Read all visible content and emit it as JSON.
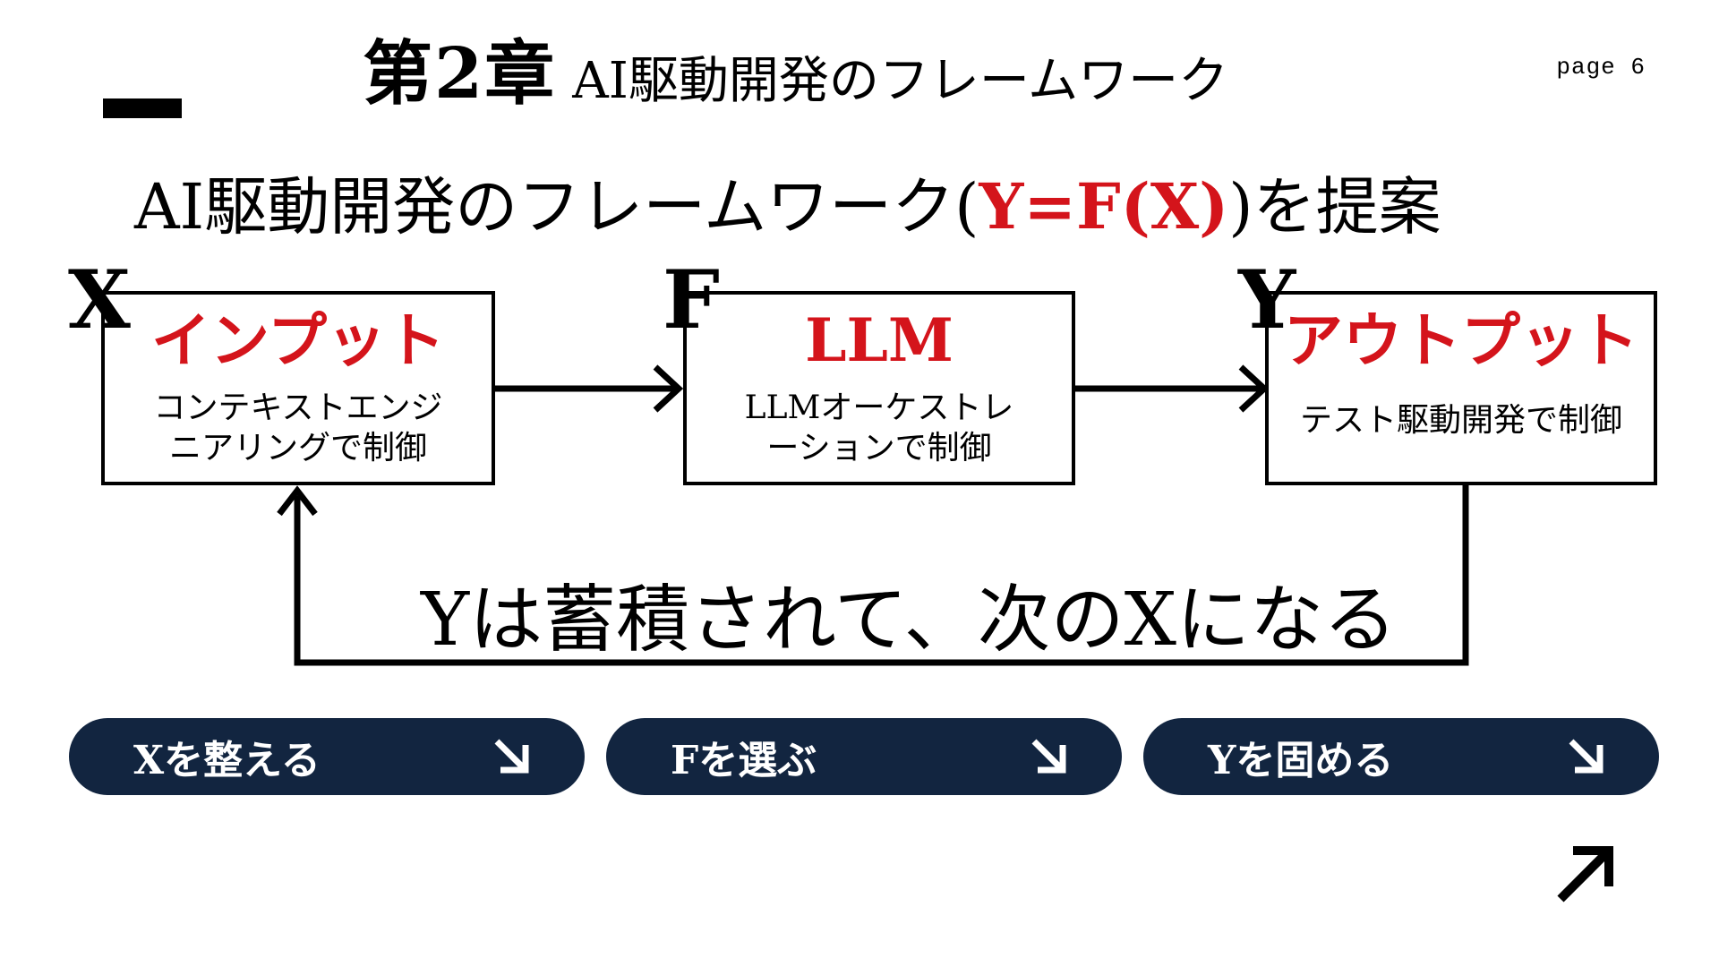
{
  "header": {
    "chapter_label": "第2章",
    "chapter_subtitle": "AI駆動開発のフレームワーク",
    "page_number": "page 6"
  },
  "headline": {
    "prefix": "AI駆動開発のフレームワーク(",
    "formula": "Y=F(X)",
    "suffix": ")を提案"
  },
  "diagram": {
    "input": {
      "letter": "X",
      "title": "インプット",
      "description_line1": "コンテキストエンジ",
      "description_line2": "ニアリングで制御"
    },
    "function": {
      "letter": "F",
      "title": "LLM",
      "description_line1": "LLMオーケストレ",
      "description_line2": "ーションで制御"
    },
    "output": {
      "letter": "Y",
      "title": "アウトプット",
      "description_line1": "テスト駆動開発で制御"
    },
    "loop_caption": "Yは蓄積されて、次のXになる"
  },
  "nav_buttons": [
    {
      "label": "Xを整える",
      "icon": "arrow-down-right-icon"
    },
    {
      "label": "Fを選ぶ",
      "icon": "arrow-down-right-icon"
    },
    {
      "label": "Yを固める",
      "icon": "arrow-down-right-icon"
    }
  ],
  "corner_icon": "arrow-up-right-icon",
  "colors": {
    "accent_red": "#d4141b",
    "pill_navy": "#122540",
    "text": "#000000",
    "background": "#ffffff"
  }
}
